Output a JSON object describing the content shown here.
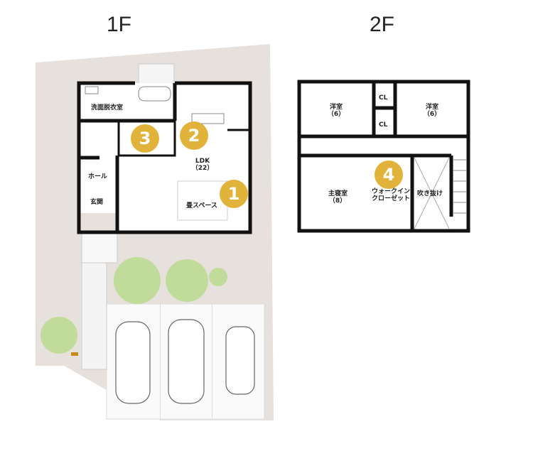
{
  "floors": {
    "first": "1F",
    "second": "2F"
  },
  "first_floor_rooms": {
    "washroom": "洗面脱衣室",
    "ldk": "LDK",
    "ldk_size": "（22）",
    "hall": "ホール",
    "entrance": "玄関",
    "tatami": "畳スペース"
  },
  "second_floor_rooms": {
    "western1": "洋室",
    "western1_size": "（6）",
    "western2": "洋室",
    "western2_size": "（6）",
    "closet1": "CL",
    "closet2": "CL",
    "master": "主寝室",
    "master_size": "（8）",
    "walkin": "ウォークイン",
    "walkin2": "クローゼット",
    "void": "吹き抜け"
  },
  "markers": [
    "1",
    "2",
    "3",
    "4"
  ],
  "colors": {
    "marker": "#e2b33a",
    "site": "#e7e1dd",
    "wall": "#111111",
    "tree": "#b8d98a"
  }
}
